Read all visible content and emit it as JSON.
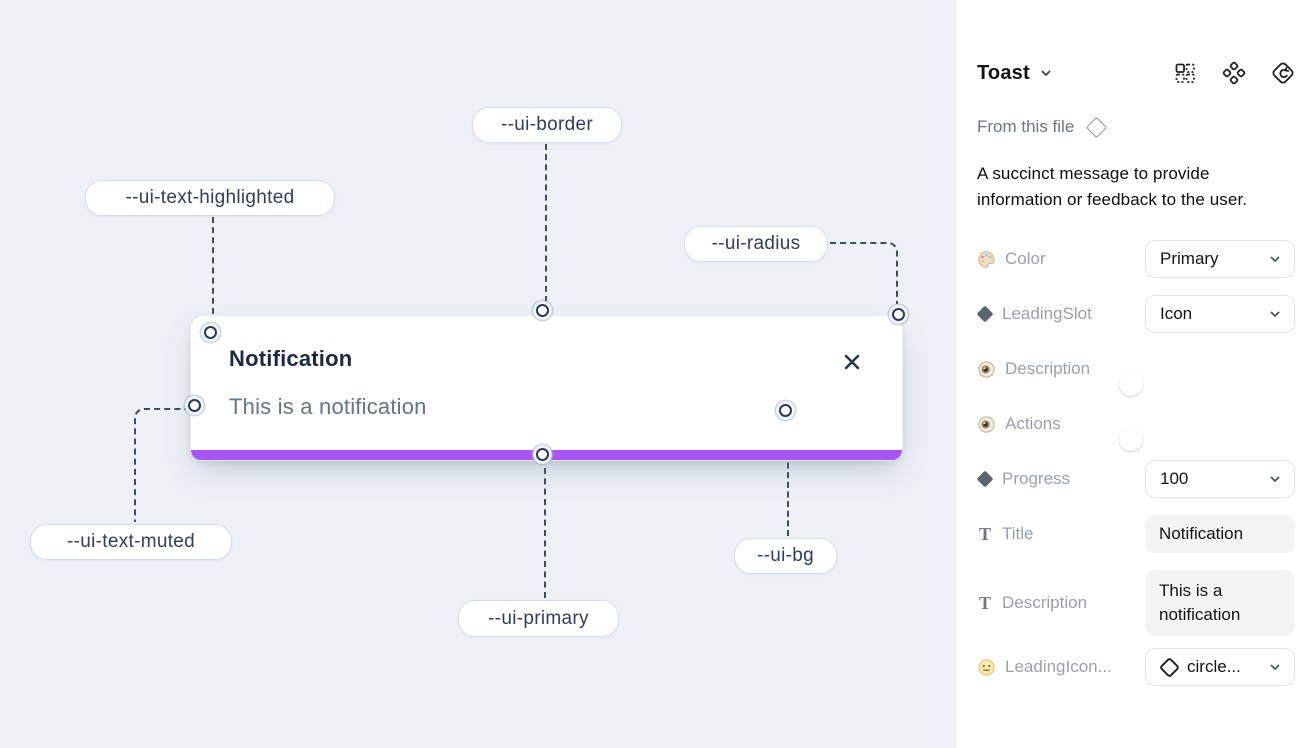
{
  "canvas": {
    "toast": {
      "title": "Notification",
      "description": "This is a notification",
      "close_icon": "x"
    },
    "tokens": [
      "--ui-border",
      "--ui-text-highlighted",
      "--ui-radius",
      "--ui-text-muted",
      "--ui-primary",
      "--ui-bg"
    ],
    "colors": {
      "primary_bar": "#a855f7",
      "canvas_bg": "#edf1f6",
      "connector": "#3d4c68"
    }
  },
  "panel": {
    "title": "Toast",
    "source": "From this file",
    "description": "A succinct message to provide information or feedback to the user.",
    "header_icons": [
      "instance-swap-icon",
      "component-icon",
      "revert-instance-icon"
    ],
    "accent_toggle": "#2f9ffe",
    "properties": [
      {
        "label": "Color",
        "value": "Primary"
      },
      {
        "label": "LeadingSlot",
        "value": "Icon"
      },
      {
        "label": "Description",
        "value": "on"
      },
      {
        "label": "Actions",
        "value": "on"
      },
      {
        "label": "Progress",
        "value": "100"
      },
      {
        "label": "Title",
        "value": "Notification"
      },
      {
        "label": "Description",
        "value": "This is a notification"
      },
      {
        "label": "LeadingIcon...",
        "value": "circle..."
      }
    ]
  }
}
